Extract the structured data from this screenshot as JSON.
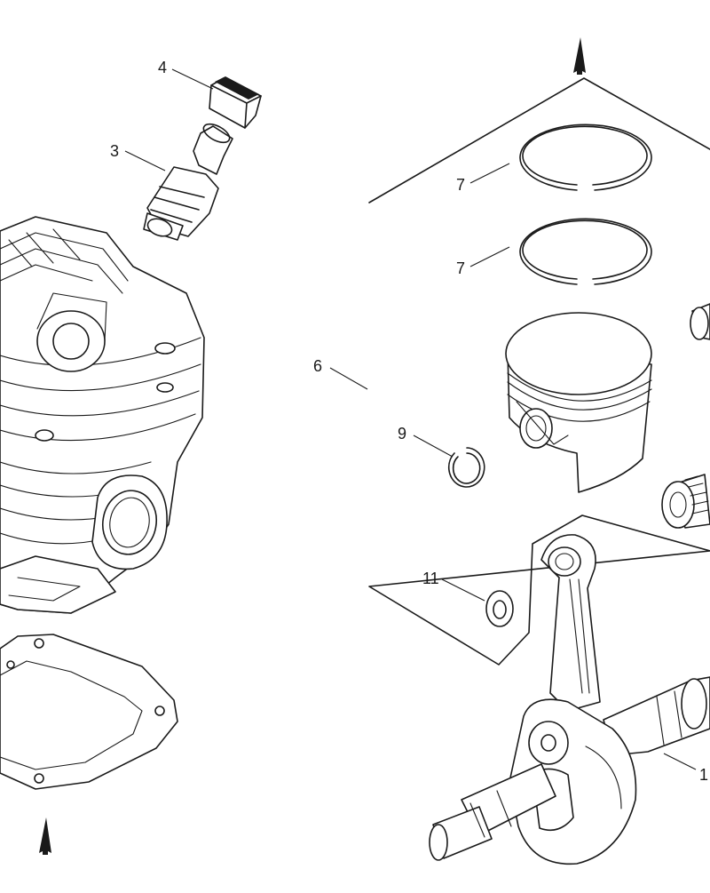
{
  "callouts": {
    "c1": "1",
    "c3": "3",
    "c4": "4",
    "c6": "6",
    "c7a": "7",
    "c7b": "7",
    "c9": "9",
    "c11": "11"
  },
  "colors": {
    "line": "#1a1a1a",
    "background": "#ffffff"
  },
  "icons": [
    "direction-arrow-icon",
    "direction-arrow-icon"
  ]
}
